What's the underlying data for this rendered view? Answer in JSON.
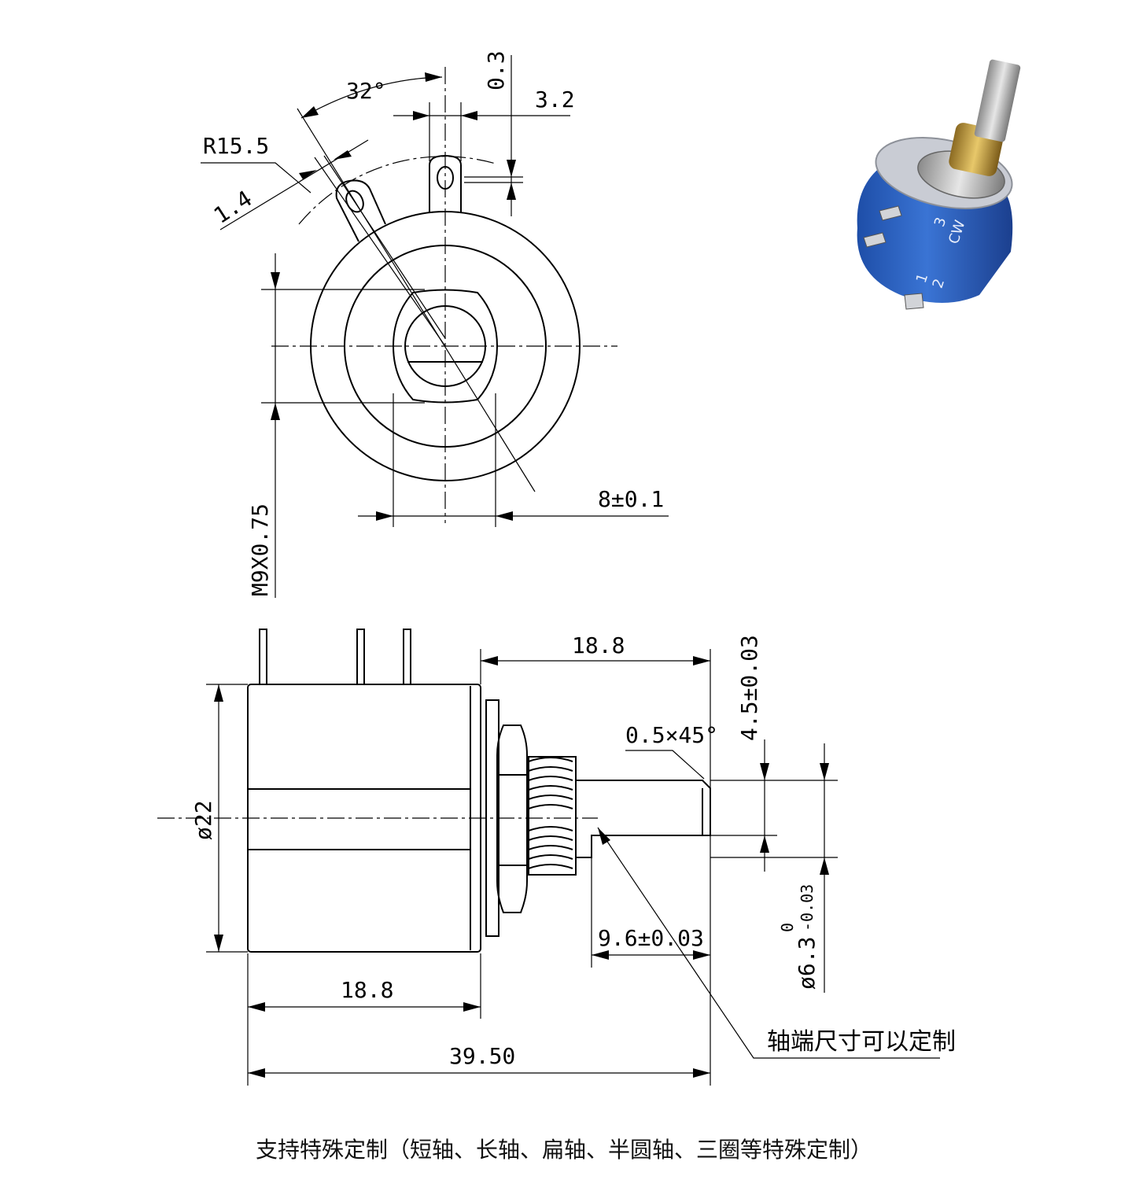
{
  "top_view": {
    "angle": "32°",
    "slot_depth": "0.3",
    "slot_width": "3.2",
    "radius": "R15.5",
    "terminal_thickness": "1.4",
    "bushing_flat": "8±0.1",
    "thread": "M9X0.75"
  },
  "side_view": {
    "shaft_length": "18.8",
    "flat_height": "4.5±0.03",
    "chamfer": "0.5×45°",
    "body_diameter": "ø22",
    "flat_length": "9.6±0.03",
    "shaft_diameter_base": "ø6.3",
    "shaft_tol_upper": "0",
    "shaft_tol_lower": "-0.03",
    "body_length": "18.8",
    "total_length": "39.50",
    "note": "轴端尺寸可以定制"
  },
  "product_photo": {
    "label_terminal_1": "1",
    "label_terminal_2": "2",
    "label_terminal_3": "3",
    "label_cw": "CW",
    "colors": {
      "body": "#2f63c0",
      "shaft": "#b8b8b8",
      "thread": "#c9a14a"
    }
  },
  "caption": "支持特殊定制（短轴、长轴、扁轴、半圆轴、三圈等特殊定制）"
}
